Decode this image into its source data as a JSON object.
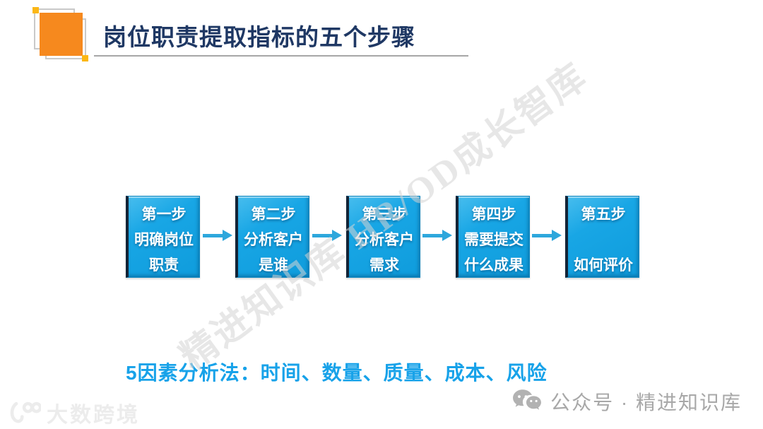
{
  "slide": {
    "title": "岗位职责提取指标的五个步骤",
    "note": "5因素分析法：时间、数量、质量、成本、风险",
    "watermark": "精进知识库 HR/OD成长智库"
  },
  "steps": [
    {
      "lines": [
        "第一步",
        "明确岗位",
        "职责"
      ]
    },
    {
      "lines": [
        "第二步",
        "分析客户",
        "是谁"
      ]
    },
    {
      "lines": [
        "第三步",
        "分析客户",
        "需求"
      ]
    },
    {
      "lines": [
        "第四步",
        "需要提交",
        "什么成果"
      ]
    },
    {
      "lines": [
        "第五步",
        "",
        "如何评价"
      ]
    }
  ],
  "footer": {
    "brand": "大数跨境",
    "wechat_label": "公众号 · 精进知识库"
  },
  "icons": {
    "header_accent": "orange-stacked-squares-icon",
    "wechat": "wechat-bubbles-icon",
    "brand_mark": "brand-100-swoosh-icon"
  },
  "colors": {
    "title_navy": "#1F3864",
    "accent_orange": "#F6891E",
    "box_blue": "#14A5E4",
    "box_edge_dark": "#132437",
    "arrow_blue": "#2DA7DC",
    "note_blue": "#17A2E9",
    "footer_gray": "#A8A8A8",
    "watermark_gray": "#D4D4D4"
  }
}
